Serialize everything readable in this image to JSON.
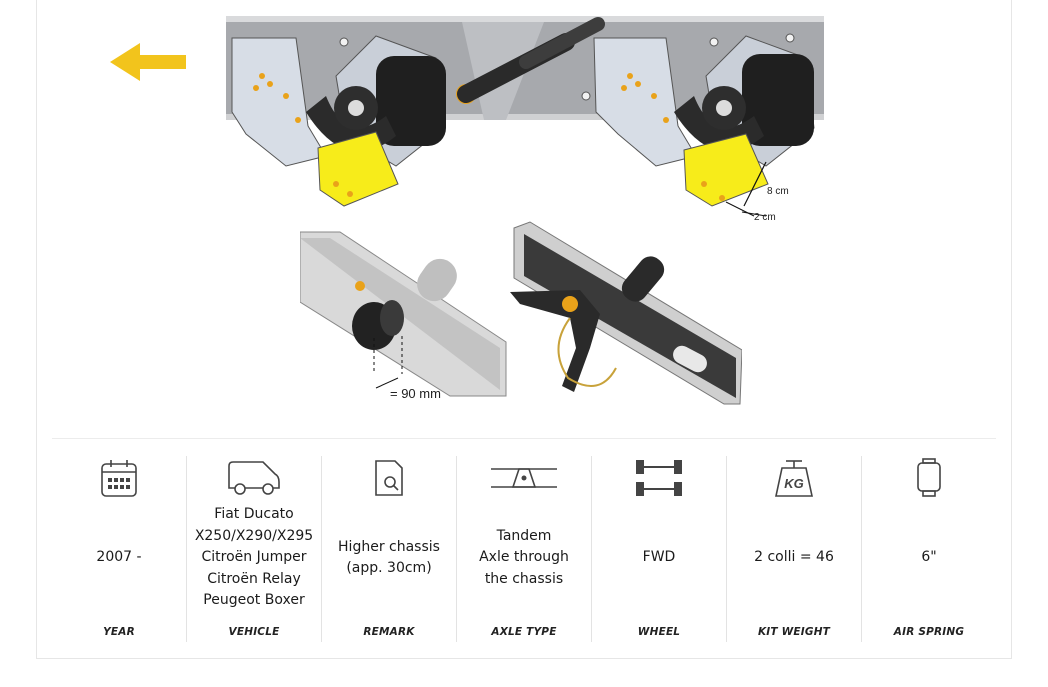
{
  "figure": {
    "measure_8cm": "8 cm",
    "measure_2cm": "2 cm",
    "measure_90mm": "= 90 mm"
  },
  "specs": [
    {
      "icon": "calendar-icon",
      "value_lines": [
        "2007 -"
      ],
      "label": "YEAR"
    },
    {
      "icon": "van-icon",
      "value_lines": [
        "Fiat Ducato",
        "X250/X290/X295",
        "Citroën Jumper",
        "Citroën Relay",
        "Peugeot Boxer"
      ],
      "label": "VEHICLE"
    },
    {
      "icon": "document-search-icon",
      "value_lines": [
        "Higher chassis",
        "(app. 30cm)"
      ],
      "label": "REMARK"
    },
    {
      "icon": "axle-icon",
      "value_lines": [
        "Tandem",
        "Axle through",
        "the chassis"
      ],
      "label": "AXLE TYPE"
    },
    {
      "icon": "wheel-axle-icon",
      "value_lines": [
        "FWD"
      ],
      "label": "WHEEL"
    },
    {
      "icon": "weight-kg-icon",
      "value_lines": [
        "2 colli = 46"
      ],
      "label": "KIT WEIGHT"
    },
    {
      "icon": "air-spring-icon",
      "value_lines": [
        "6\""
      ],
      "label": "AIR SPRING"
    }
  ],
  "weight_icon_text": "KG",
  "colors": {
    "accent_yellow": "#f2c41c",
    "plate_yellow": "#f7ec1a",
    "text": "#1b1b1b"
  }
}
